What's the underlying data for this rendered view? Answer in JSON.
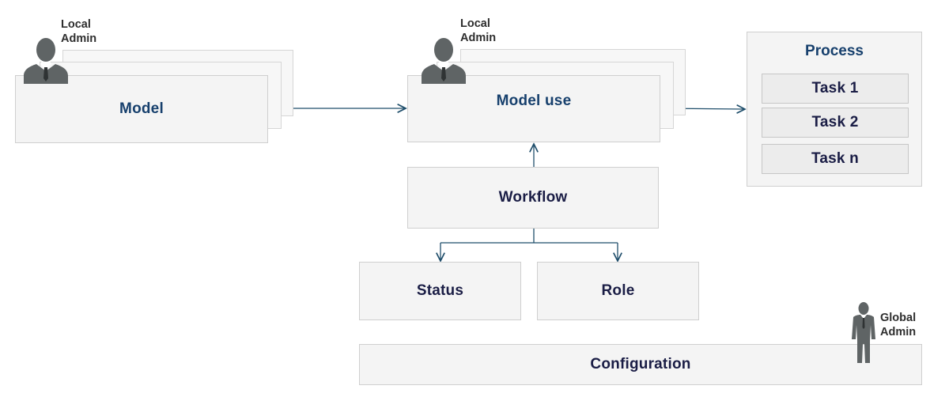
{
  "nodes": {
    "model": "Model",
    "model_use": "Model use",
    "process": "Process",
    "workflow": "Workflow",
    "status": "Status",
    "role": "Role",
    "configuration": "Configuration"
  },
  "tasks": [
    "Task 1",
    "Task 2",
    "Task n"
  ],
  "actors": {
    "local_admin_1": {
      "line1": "Local",
      "line2": "Admin"
    },
    "local_admin_2": {
      "line1": "Local",
      "line2": "Admin"
    },
    "global_admin": {
      "line1": "Global",
      "line2": "Admin"
    }
  },
  "icons": {
    "local_admin": "user-bust-icon",
    "global_admin": "user-full-figure-icon"
  },
  "colors": {
    "heading_blue": "#17406d",
    "heading_dark": "#1a1d45",
    "connector": "#1f4e6b",
    "box_fill": "#f4f4f4",
    "person": "#5f6465"
  }
}
